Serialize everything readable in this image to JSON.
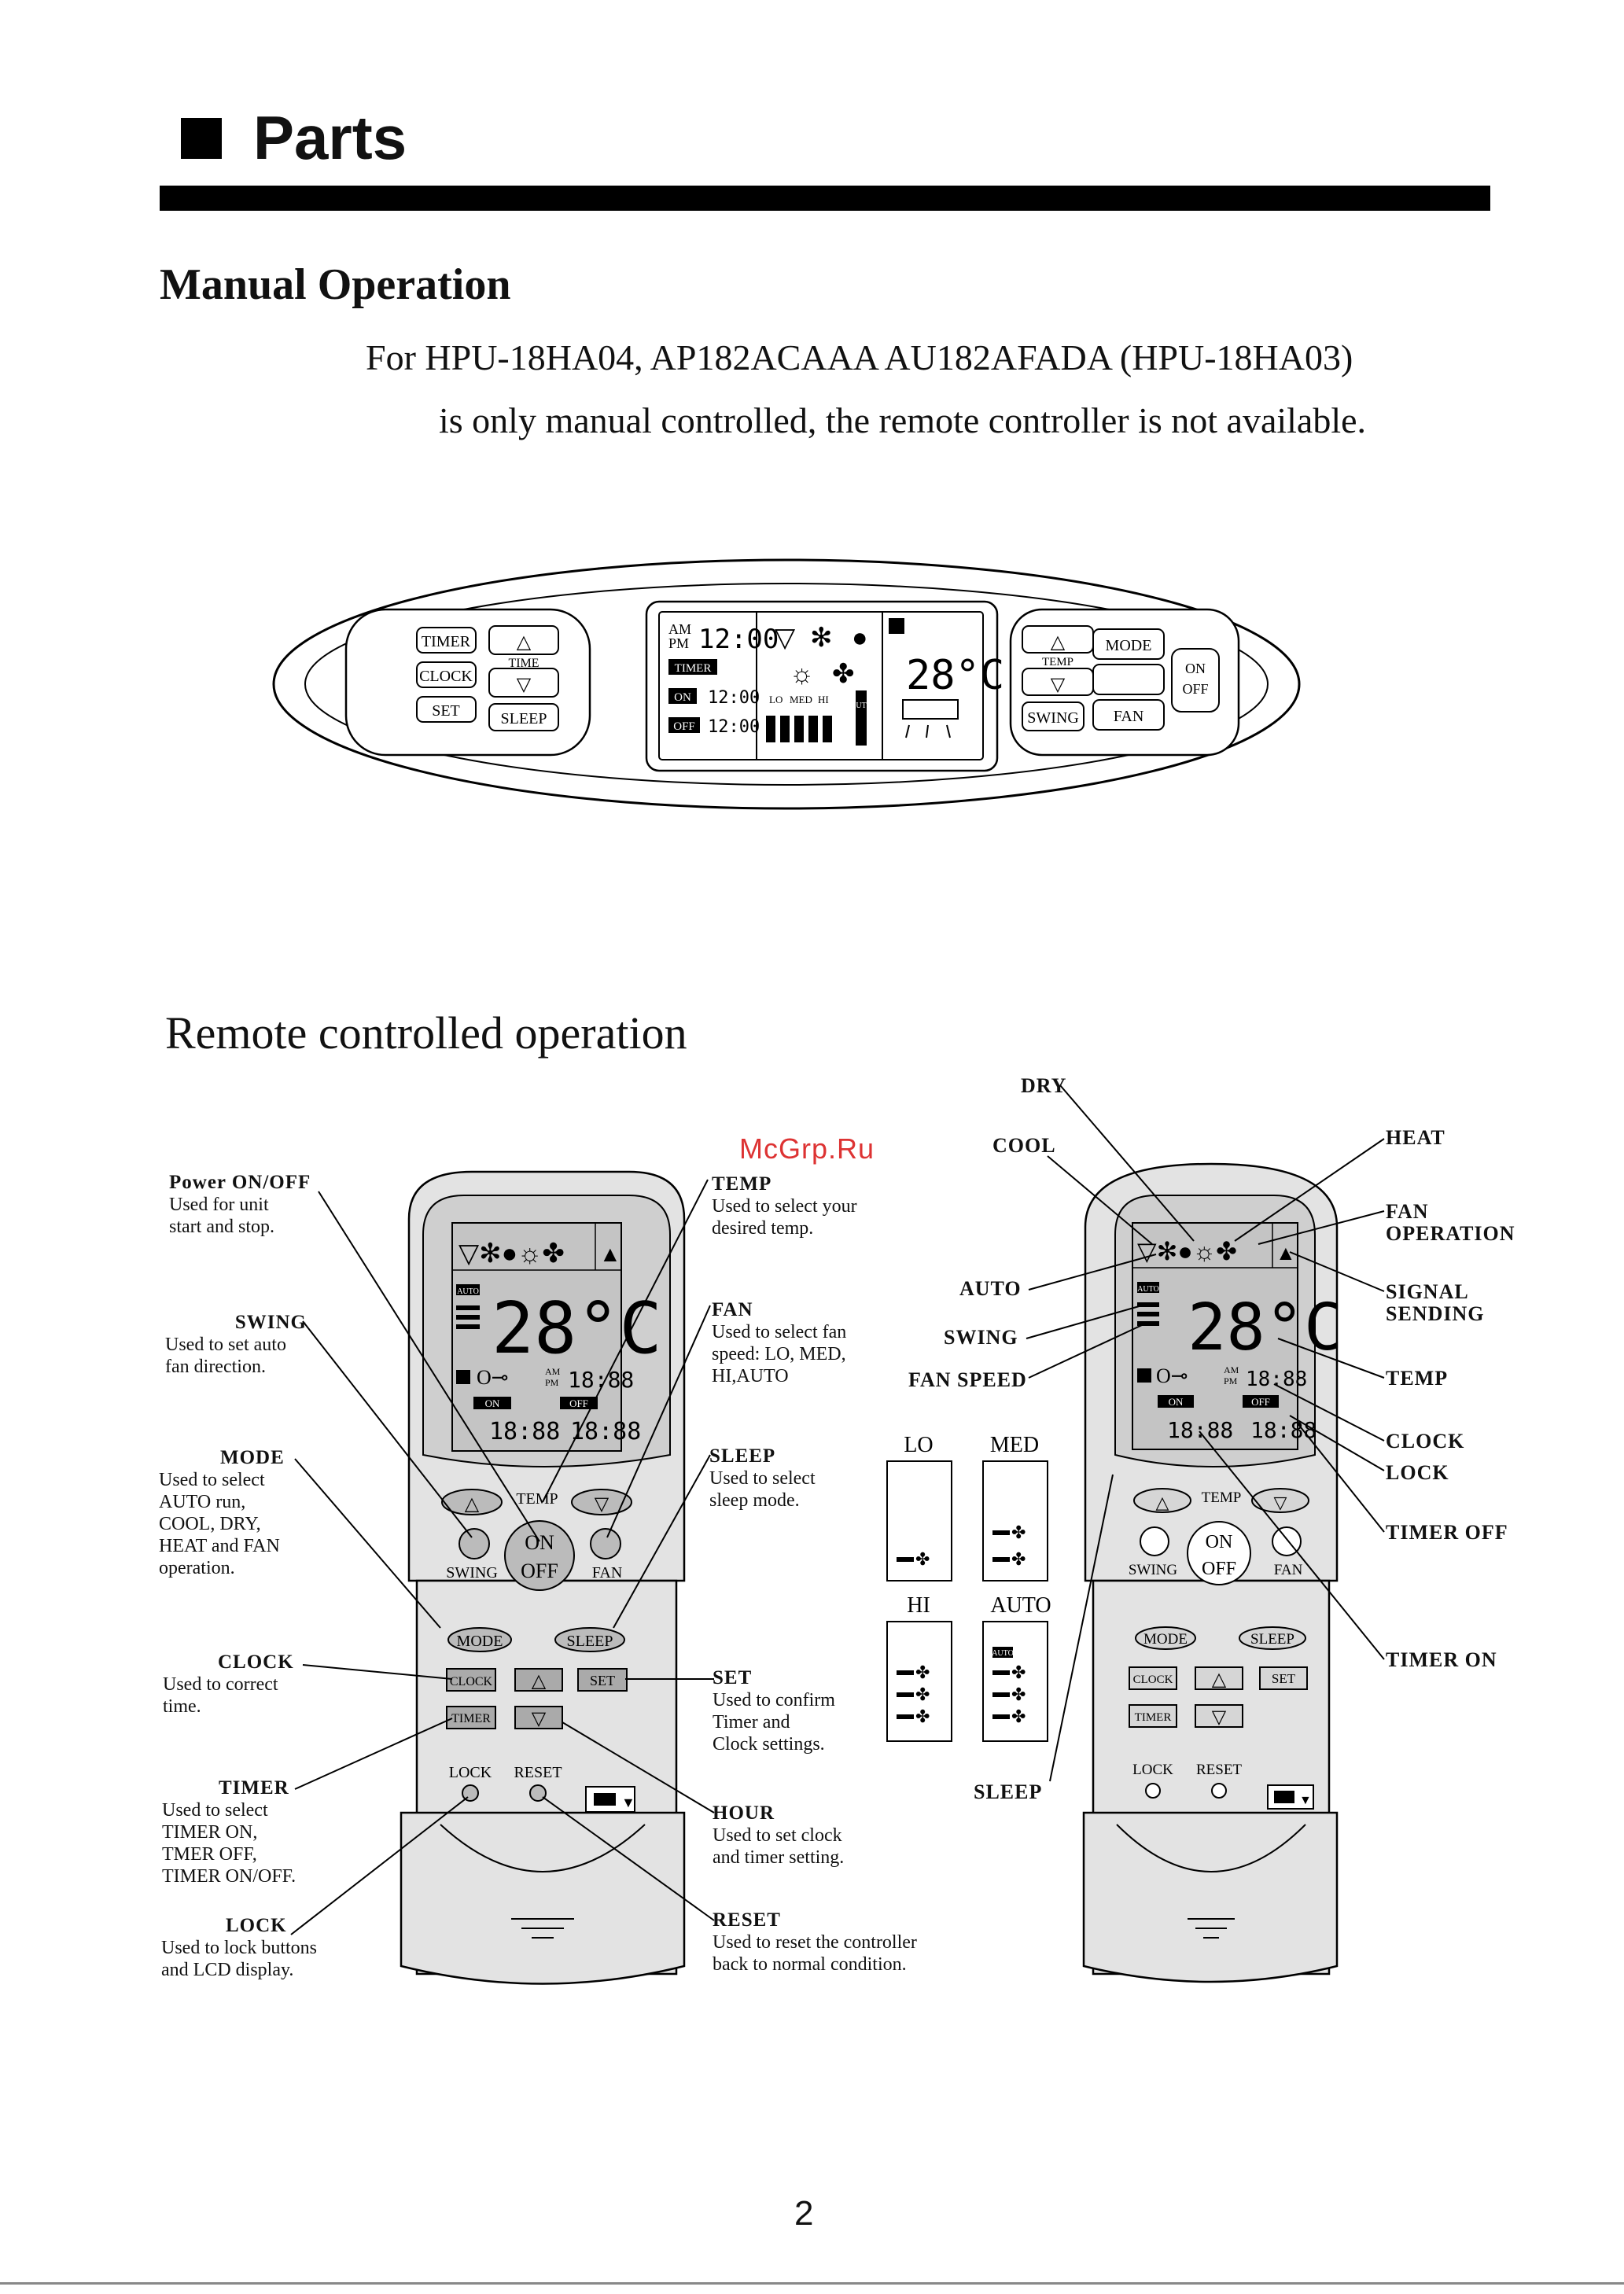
{
  "header": {
    "title": "Parts"
  },
  "manual": {
    "heading": "Manual Operation",
    "note_line1": "For HPU-18HA04, AP182ACAAA AU182AFADA (HPU-18HA03)",
    "note_line2": "is only manual controlled, the remote controller is not available."
  },
  "panel": {
    "timer": "TIMER",
    "clock": "CLOCK",
    "set": "SET",
    "time": "TIME",
    "sleep": "SLEEP",
    "am": "AM",
    "pm": "PM",
    "clock_digits": "12:00",
    "timer_tag": "TIMER",
    "on_tag": "ON",
    "off_tag": "OFF",
    "fan_lo": "LO",
    "fan_med": "MED",
    "fan_hi": "HI",
    "auto_vertical": "AUTO",
    "temp_digits": "28°C",
    "temp": "TEMP",
    "mode": "MODE",
    "on": "ON",
    "off": "OFF",
    "swing": "SWING",
    "fan": "FAN"
  },
  "remote": {
    "heading": "Remote controlled operation",
    "watermark": "McGrp.Ru",
    "auto_tag": "AUTO",
    "temp_digits": "28°C",
    "time_digits": "18:88",
    "on_tag": "ON",
    "off_tag": "OFF",
    "am": "AM",
    "pm": "PM",
    "btn_temp": "TEMP",
    "btn_on": "ON",
    "btn_off": "OFF",
    "btn_swing": "SWING",
    "btn_fan": "FAN",
    "btn_mode": "MODE",
    "btn_sleep": "SLEEP",
    "btn_clock": "CLOCK",
    "btn_set": "SET",
    "btn_timer": "TIMER",
    "btn_lock": "LOCK",
    "btn_reset": "RESET"
  },
  "callouts_left": {
    "power": {
      "title": "Power ON/OFF",
      "desc": [
        "Used for unit",
        "start and stop."
      ]
    },
    "swing": {
      "title": "SWING",
      "desc": [
        "Used to set auto",
        "fan direction."
      ]
    },
    "mode": {
      "title": "MODE",
      "desc": [
        "Used to select",
        "AUTO run,",
        "COOL, DRY,",
        "HEAT and FAN",
        "operation."
      ]
    },
    "clock": {
      "title": "CLOCK",
      "desc": [
        "Used to correct",
        "time."
      ]
    },
    "timer": {
      "title": "TIMER",
      "desc": [
        "Used to select",
        "TIMER ON,",
        "TMER OFF,",
        "TIMER ON/OFF."
      ]
    },
    "lock": {
      "title": "LOCK",
      "desc": [
        "Used to lock buttons",
        "and LCD display."
      ]
    }
  },
  "callouts_mid": {
    "temp": {
      "title": "TEMP",
      "desc": [
        "Used to select your",
        "desired temp."
      ]
    },
    "fan": {
      "title": "FAN",
      "desc": [
        "Used to select fan",
        "speed: LO, MED,",
        "HI,AUTO"
      ]
    },
    "sleep": {
      "title": "SLEEP",
      "desc": [
        "Used to select",
        "sleep mode."
      ]
    },
    "set": {
      "title": "SET",
      "desc": [
        "Used to confirm",
        "Timer and",
        "Clock settings."
      ]
    },
    "hour": {
      "title": "HOUR",
      "desc": [
        "Used to set clock",
        "and timer setting."
      ]
    },
    "reset": {
      "title": "RESET",
      "desc": [
        "Used to reset the controller",
        "back to normal condition."
      ]
    }
  },
  "fan_speeds": {
    "lo": "LO",
    "med": "MED",
    "hi": "HI",
    "auto": "AUTO"
  },
  "callouts_right": {
    "dry": "DRY",
    "cool": "COOL",
    "heat": "HEAT",
    "fan_operation_1": "FAN",
    "fan_operation_2": "OPERATION",
    "auto": "AUTO",
    "swing": "SWING",
    "fan_speed": "FAN SPEED",
    "signal_1": "SIGNAL",
    "signal_2": "SENDING",
    "temp": "TEMP",
    "clock": "CLOCK",
    "lock": "LOCK",
    "timer_off": "TIMER OFF",
    "timer_on": "TIMER ON",
    "sleep": "SLEEP"
  },
  "page_number": "2",
  "colors": {
    "remote_body": "#e3e3e3",
    "lcd": "#c9c9c9",
    "watermark": "#dd3333"
  }
}
